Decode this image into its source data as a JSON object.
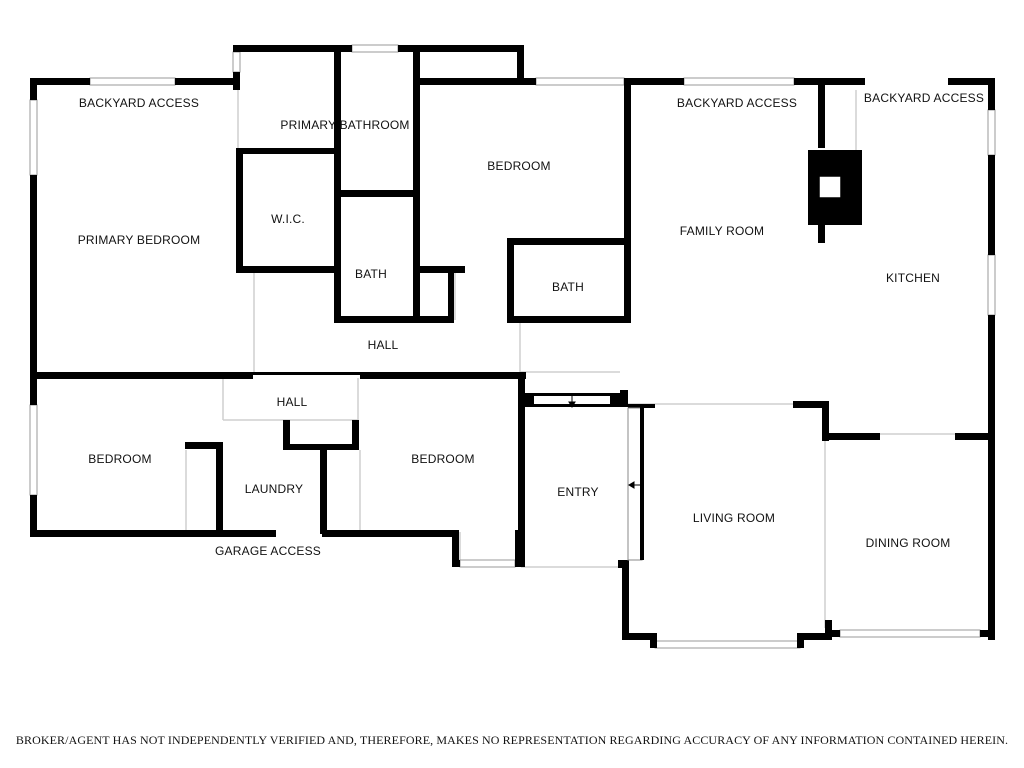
{
  "rooms": {
    "backyard_access_1": "BACKYARD ACCESS",
    "primary_bathroom": "PRIMARY BATHROOM",
    "bedroom_upper": "BEDROOM",
    "backyard_access_2": "BACKYARD ACCESS",
    "backyard_access_3": "BACKYARD ACCESS",
    "primary_bedroom": "PRIMARY BEDROOM",
    "wic": "W.I.C.",
    "bath_center": "BATH",
    "bath_right": "BATH",
    "family_room": "FAMILY ROOM",
    "kitchen": "KITCHEN",
    "hall_upper": "HALL",
    "hall_lower": "HALL",
    "bedroom_left": "BEDROOM",
    "laundry": "LAUNDRY",
    "bedroom_center": "BEDROOM",
    "entry": "ENTRY",
    "living_room": "LIVING ROOM",
    "dining_room": "DINING ROOM",
    "garage_access": "GARAGE ACCESS"
  },
  "disclaimer": "BROKER/AGENT HAS NOT INDEPENDENTLY VERIFIED AND, THEREFORE, MAKES NO REPRESENTATION REGARDING ACCURACY OF ANY INFORMATION CONTAINED HEREIN.",
  "colors": {
    "wall": "#000000",
    "window": "#c8c8c8",
    "background": "#ffffff"
  }
}
